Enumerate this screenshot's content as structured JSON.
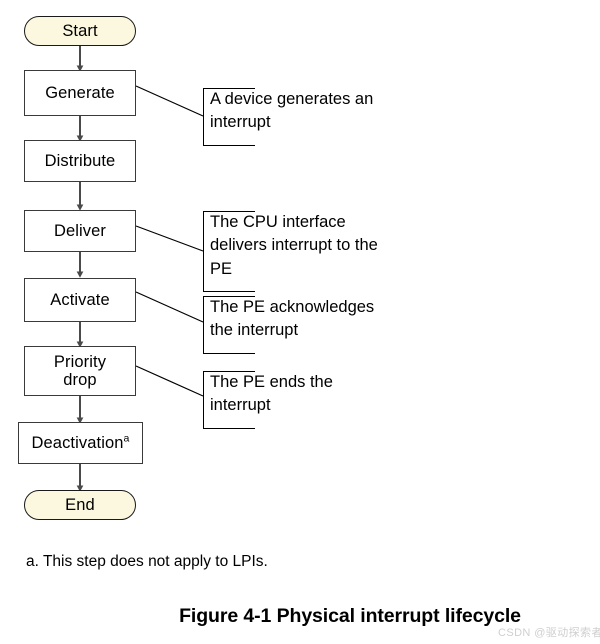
{
  "figure": {
    "caption": "Figure 4-1 Physical interrupt lifecycle",
    "footnote": "a. This step does not apply to LPIs.",
    "watermark": "CSDN @驱动探索者",
    "colors": {
      "terminator_fill": "#fcf8e0",
      "terminator_stroke": "#1a1a1a",
      "process_fill": "#ffffff",
      "process_stroke": "#3a3a3a",
      "connector": "#4a4a4a",
      "callout_stroke": "#000000",
      "text": "#000000",
      "watermark": "#cfcfcf"
    }
  },
  "flow": {
    "type": "flowchart",
    "orientation": "vertical",
    "nodes": [
      {
        "id": "start",
        "label": "Start",
        "shape": "terminator"
      },
      {
        "id": "generate",
        "label": "Generate",
        "shape": "process"
      },
      {
        "id": "distribute",
        "label": "Distribute",
        "shape": "process"
      },
      {
        "id": "deliver",
        "label": "Deliver",
        "shape": "process"
      },
      {
        "id": "activate",
        "label": "Activate",
        "shape": "process"
      },
      {
        "id": "priority_drop",
        "label": "Priority",
        "label2": "drop",
        "shape": "process"
      },
      {
        "id": "deactivation",
        "label": "Deactivation",
        "footnote_marker": "a",
        "shape": "process"
      },
      {
        "id": "end",
        "label": "End",
        "shape": "terminator"
      }
    ],
    "edges": [
      {
        "from": "start",
        "to": "generate"
      },
      {
        "from": "generate",
        "to": "distribute"
      },
      {
        "from": "distribute",
        "to": "deliver"
      },
      {
        "from": "deliver",
        "to": "activate"
      },
      {
        "from": "activate",
        "to": "priority_drop"
      },
      {
        "from": "priority_drop",
        "to": "deactivation"
      },
      {
        "from": "deactivation",
        "to": "end"
      }
    ]
  },
  "annotations": [
    {
      "id": "note_generate",
      "attached_to": "generate",
      "text": "A device generates an\ninterrupt"
    },
    {
      "id": "note_deliver",
      "attached_to": "deliver",
      "text": "The CPU interface\ndelivers interrupt to the\nPE"
    },
    {
      "id": "note_activate",
      "attached_to": "activate",
      "text": "The PE acknowledges\nthe interrupt"
    },
    {
      "id": "note_priority",
      "attached_to": "priority_drop",
      "text": "The PE ends the\ninterrupt"
    }
  ]
}
